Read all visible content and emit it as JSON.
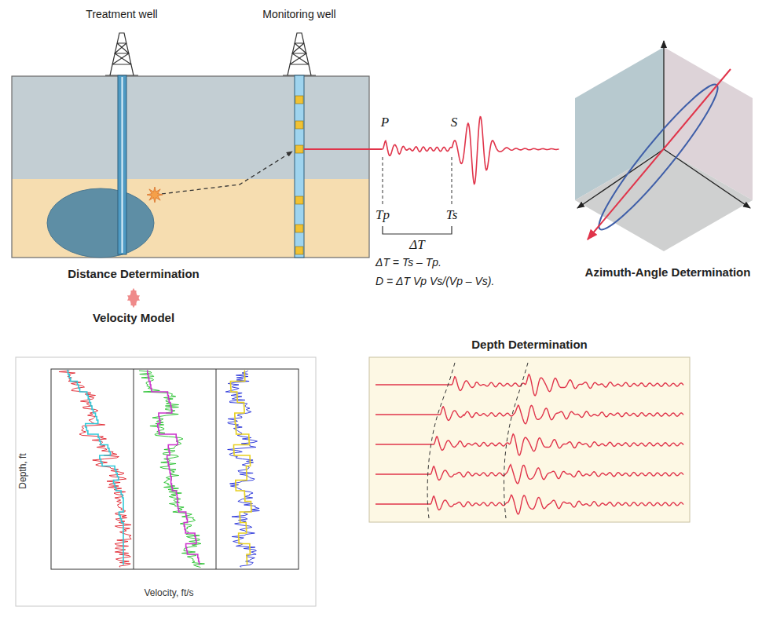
{
  "diagram": {
    "nodes": [
      {
        "text": [
          "Distance Determination"
        ]
      },
      {
        "text": [
          "Velocity Model",
          "Velocity, ft/s",
          "Depth, ft"
        ]
      },
      {
        "text": [
          "Depth Determination"
        ]
      }
    ],
    "edges": [
      {
        "from": 0,
        "to": 1,
        "arrow": "both"
      }
    ],
    "labels": [
      "Treatment well",
      "Monitoring well",
      "P",
      "S",
      "Tp",
      "Ts",
      "ΔT",
      "ΔT = Ts – Tp.",
      "D = ΔT Vp Vs/(Vp – Vs).",
      "Azimuth-Angle Determination"
    ]
  }
}
